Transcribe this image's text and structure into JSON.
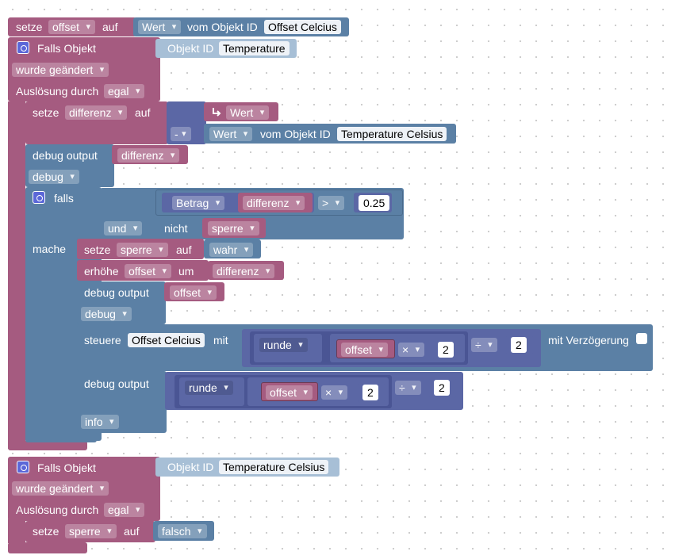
{
  "top_block": {
    "setze": "setze",
    "var": "offset",
    "auf": "auf",
    "wert": "Wert",
    "vom_objekt_id": "vom Objekt ID",
    "object": "Offset Celcius"
  },
  "trigger1": {
    "falls_objekt": "Falls Objekt",
    "objekt_id": "Objekt ID",
    "object": "Temperature",
    "condition": "wurde geändert",
    "ausloesung": "Auslösung durch",
    "ausloesung_value": "egal"
  },
  "set_diff": {
    "setze": "setze",
    "var": "differenz",
    "auf": "auf",
    "wert": "Wert",
    "op": "-",
    "wert2": "Wert",
    "vom_objekt_id": "vom Objekt ID",
    "object": "Temperature Celsius"
  },
  "debug1": {
    "label": "debug output",
    "value": "differenz",
    "level": "debug"
  },
  "if_block": {
    "falls": "falls",
    "betrag": "Betrag",
    "var": "differenz",
    "cmp": ">",
    "threshold": "0.25",
    "und": "und",
    "nicht": "nicht",
    "sperre": "sperre",
    "mache": "mache"
  },
  "do_block": {
    "set_sperre": {
      "setze": "setze",
      "var": "sperre",
      "auf": "auf",
      "value": "wahr"
    },
    "increment": {
      "erhoehe": "erhöhe",
      "var": "offset",
      "um": "um",
      "value": "differenz"
    },
    "debug2": {
      "label": "debug output",
      "value": "offset",
      "level": "debug"
    },
    "steuere": {
      "label": "steuere",
      "object": "Offset Celcius",
      "mit": "mit",
      "runde": "runde",
      "var": "offset",
      "mul": "×",
      "n1": "2",
      "div": "÷",
      "n2": "2",
      "delay": "mit Verzögerung"
    },
    "debug3": {
      "label": "debug output",
      "runde": "runde",
      "var": "offset",
      "mul": "×",
      "n1": "2",
      "div": "÷",
      "n2": "2",
      "level": "info"
    }
  },
  "trigger2": {
    "falls_objekt": "Falls Objekt",
    "objekt_id": "Objekt ID",
    "object": "Temperature Celsius",
    "condition": "wurde geändert",
    "ausloesung": "Auslösung durch",
    "ausloesung_value": "egal",
    "setze": "setze",
    "var": "sperre",
    "auf": "auf",
    "value": "falsch"
  },
  "colors": {
    "variable": "#a55b80",
    "logic": "#5b80a5",
    "math": "#5b67a5",
    "event": "#a55b80"
  }
}
